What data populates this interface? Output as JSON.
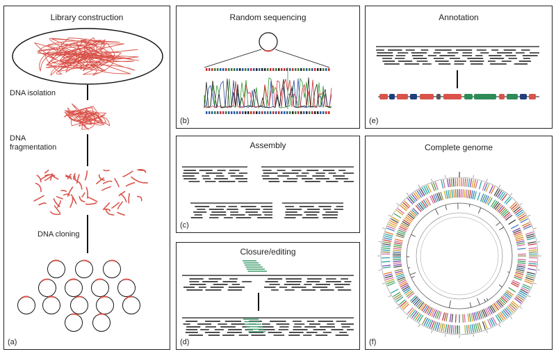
{
  "panels": {
    "a": {
      "title": "Library construction",
      "label": "(a)",
      "steps": [
        "DNA isolation",
        "DNA fragmentation",
        "DNA cloning"
      ]
    },
    "b": {
      "title": "Random sequencing",
      "label": "(b)"
    },
    "c": {
      "title": "Assembly",
      "label": "(c)"
    },
    "d": {
      "title": "Closure/editing",
      "label": "(d)"
    },
    "e": {
      "title": "Annotation",
      "label": "(e)"
    },
    "f": {
      "title": "Complete genome",
      "label": "(f)"
    }
  },
  "colors": {
    "dna": "#d9534a",
    "gap_fill": "#3a9a6a",
    "line": "#111111"
  }
}
